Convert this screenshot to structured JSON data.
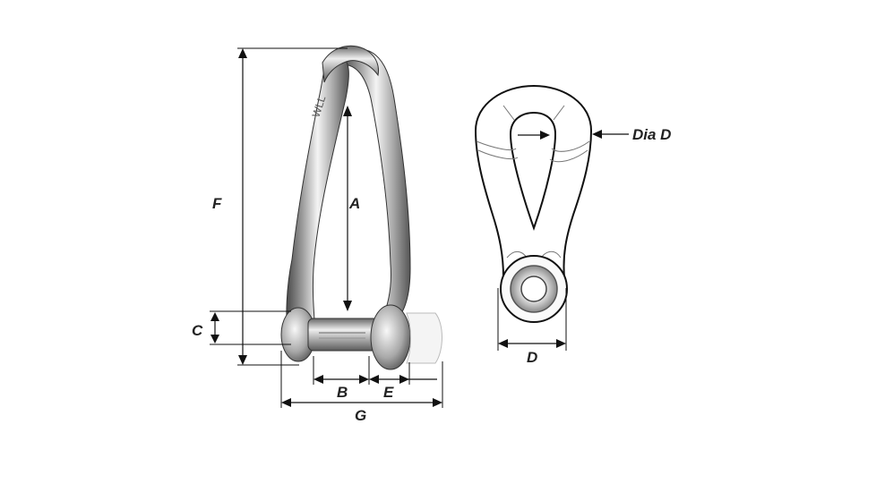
{
  "diagram": {
    "labels": {
      "a": "A",
      "b": "B",
      "c": "C",
      "d": "D",
      "e": "E",
      "f": "F",
      "g": "G",
      "dia_d": "Dia D"
    },
    "engraving": "WLL",
    "colors": {
      "line": "#111111",
      "metal_dark": "#5a5a5a",
      "metal_light": "#f2f2f2",
      "background": "#ffffff"
    }
  }
}
